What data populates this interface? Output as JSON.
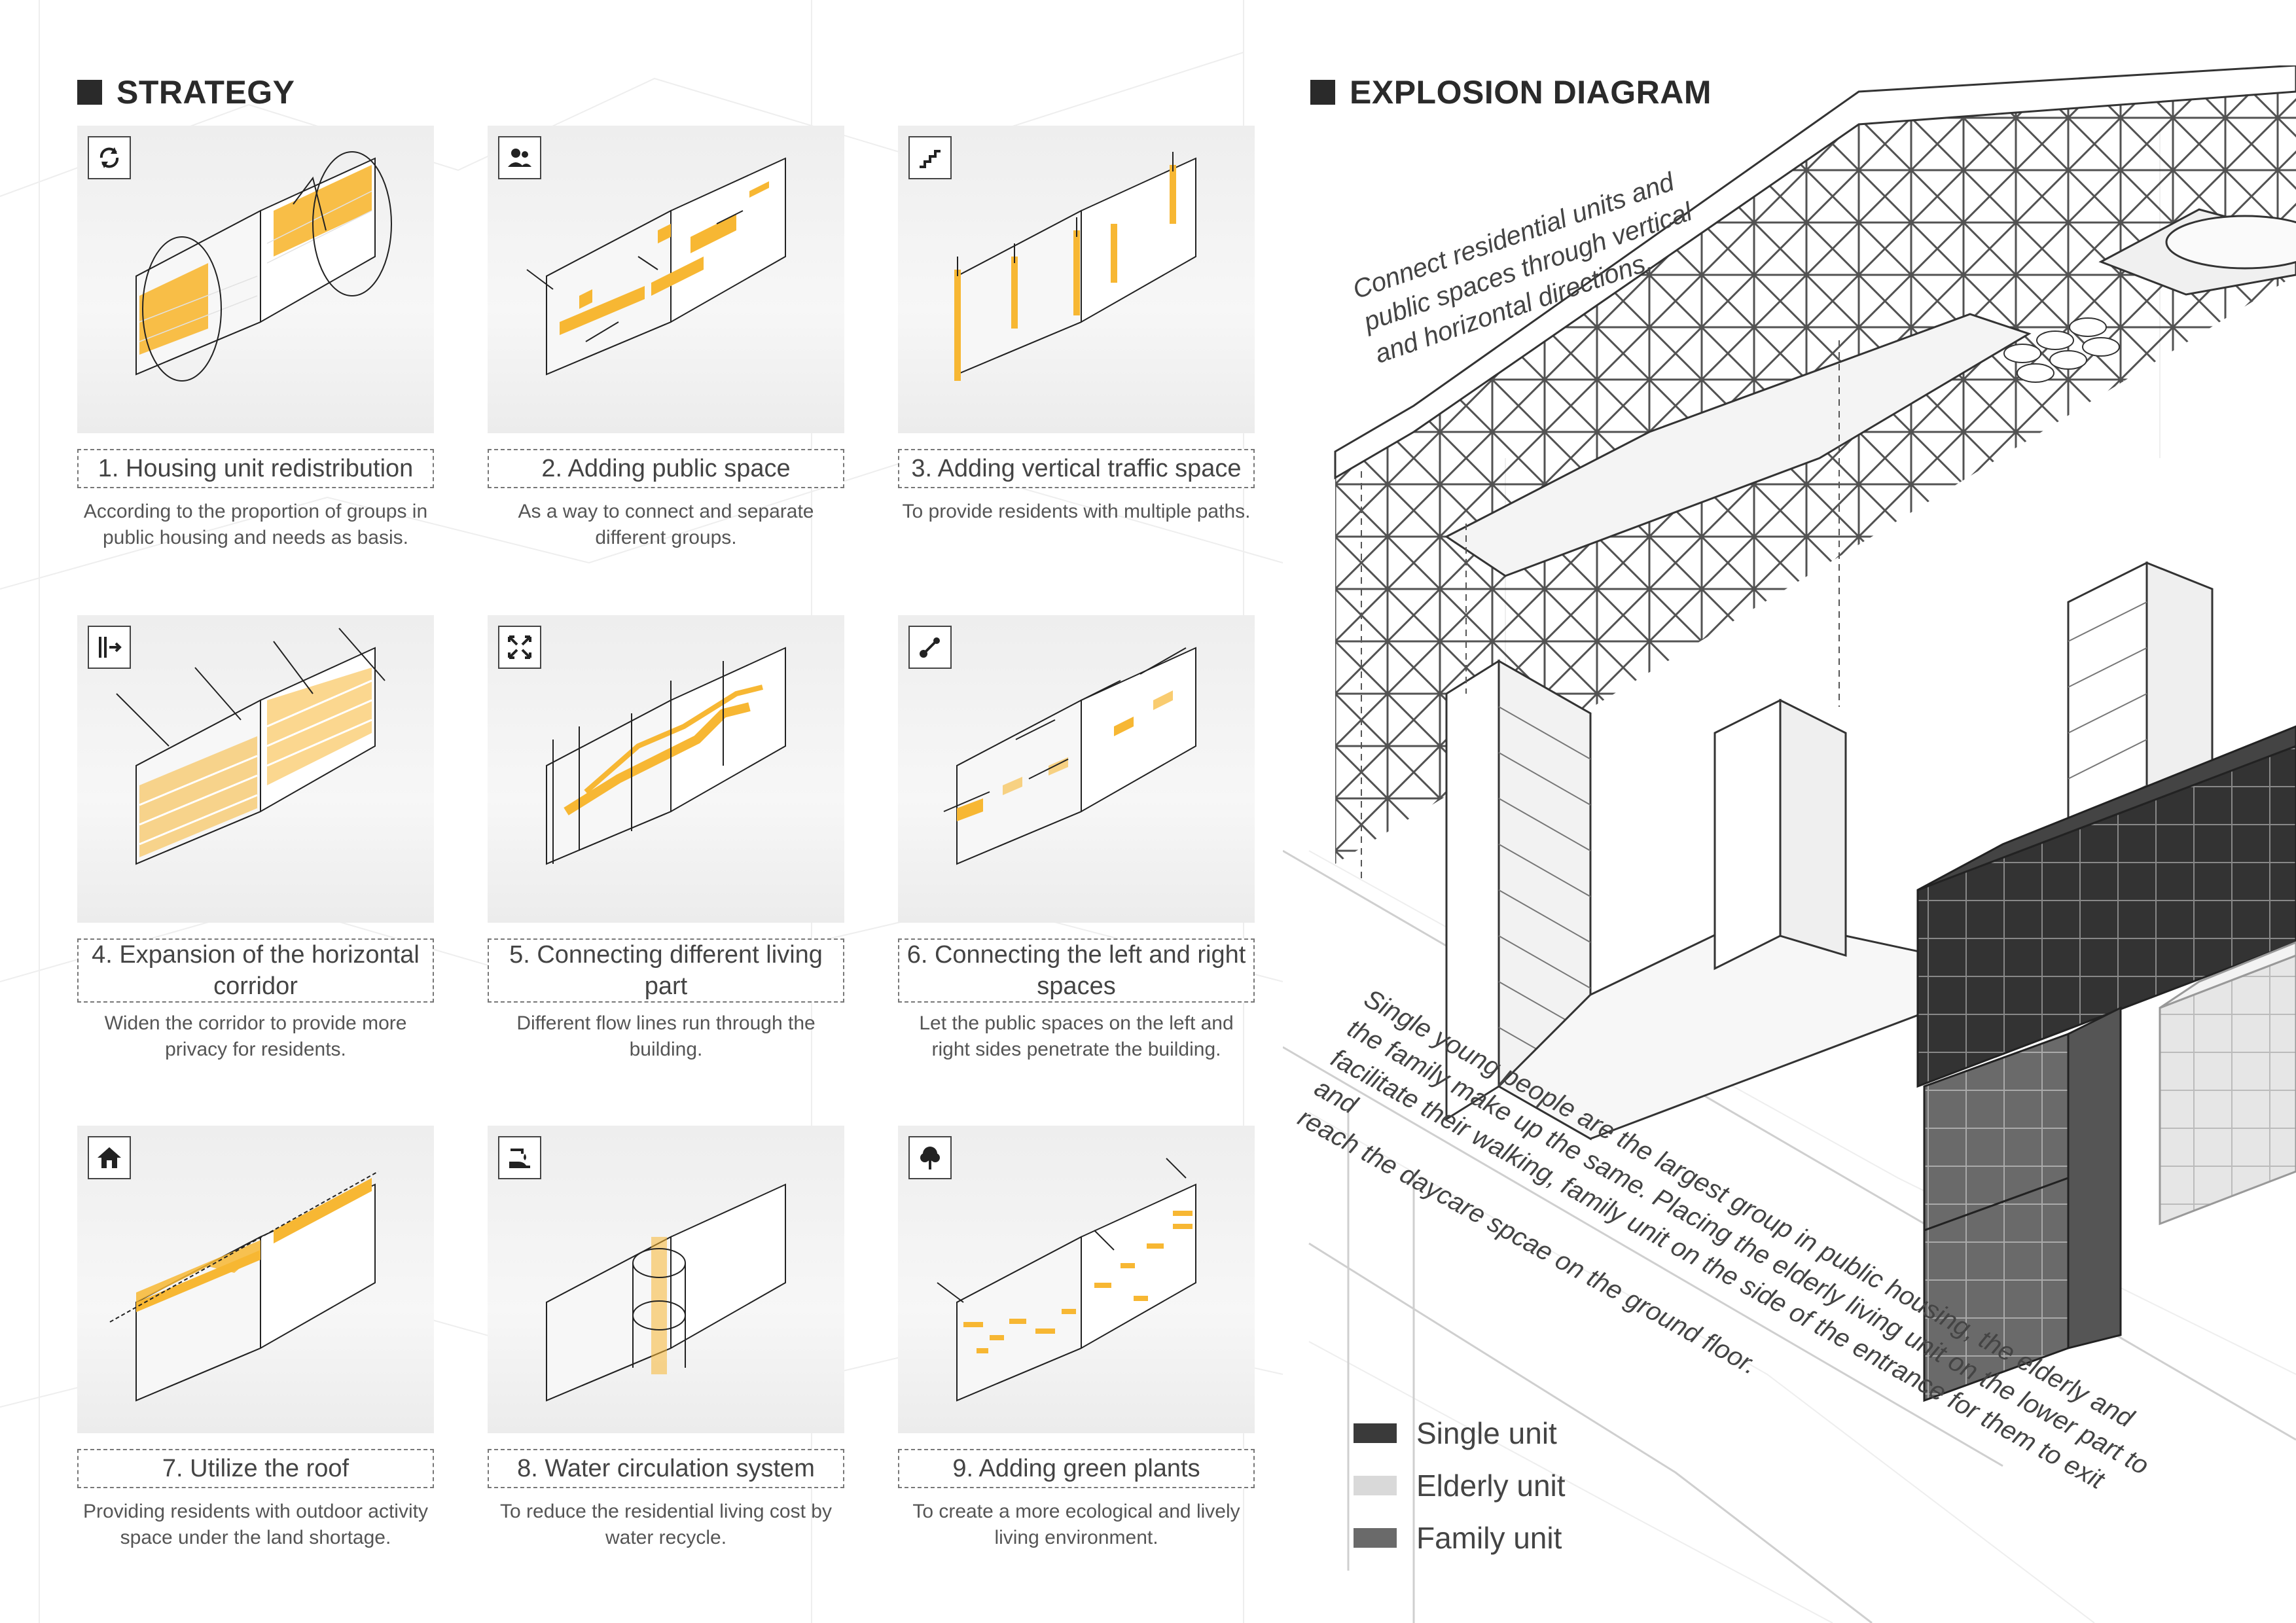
{
  "strategy": {
    "title": "STRATEGY",
    "cards": [
      {
        "icon": "cycle-icon",
        "label": "1. Housing unit redistribution",
        "desc": "According to the proportion of groups in public housing and needs as basis."
      },
      {
        "icon": "people-icon",
        "label": "2. Adding public space",
        "desc": "As a way to connect and separate different groups."
      },
      {
        "icon": "stairs-icon",
        "label": "3. Adding vertical traffic space",
        "desc": "To provide residents with multiple paths."
      },
      {
        "icon": "expand-right-icon",
        "label": "4. Expansion of the horizontal corridor",
        "desc": "Widen the corridor to provide more privacy for residents."
      },
      {
        "icon": "expand-arrows-icon",
        "label": "5. Connecting different living part",
        "desc": "Different flow lines run through the building."
      },
      {
        "icon": "connect-nodes-icon",
        "label": "6. Connecting the left and right spaces",
        "desc": "Let the public spaces on the left and right sides penetrate the building."
      },
      {
        "icon": "home-icon",
        "label": "7. Utilize the roof",
        "desc": "Providing residents with outdoor activity space under the land shortage."
      },
      {
        "icon": "water-hand-icon",
        "label": "8. Water circulation system",
        "desc": "To reduce the residential living cost by water recycle."
      },
      {
        "icon": "tree-icon",
        "label": "9. Adding green plants",
        "desc": "To create a more ecological and lively living environment."
      }
    ]
  },
  "explosion": {
    "title": "EXPLOSION DIAGRAM",
    "annotation_top": "Connect residential units and\npublic spaces through vertical\nand horizontal directions.",
    "annotation_bottom": "Single young people are the largest group in public housing, the elderly and\nthe family make up the same. Placing the elderly living unit on the lower part to\nfacilitate their walking, family unit on the side of the entrance for them to exit and\nreach the daycare spcae on the ground floor.",
    "legend": [
      {
        "label": "Single unit",
        "color": "#3a3a3a"
      },
      {
        "label": "Elderly unit",
        "color": "#d9d9d9"
      },
      {
        "label": "Family unit",
        "color": "#6a6a6a"
      }
    ]
  },
  "colors": {
    "accent": "#f7b733",
    "dark": "#2a2a2a"
  }
}
